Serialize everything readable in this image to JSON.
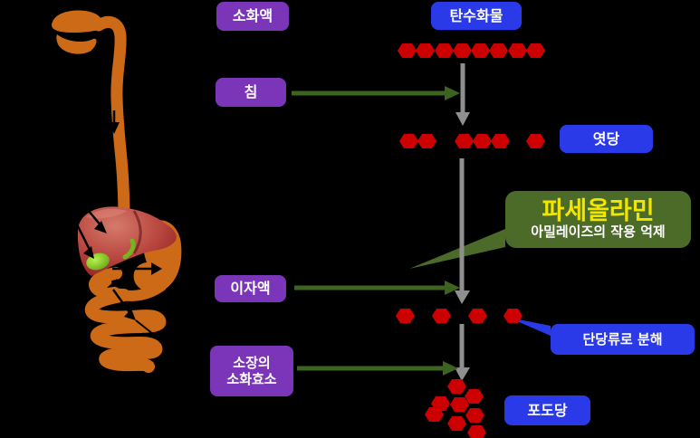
{
  "labels": {
    "digestive_juice": "소화액",
    "carbohydrate": "탄수화물",
    "saliva": "침",
    "maltose": "엿당",
    "pancreatic_juice": "이자액",
    "monosaccharide_note": "단당류로 분해",
    "intestine_enzymes_line1": "소장의",
    "intestine_enzymes_line2": "소화효소",
    "glucose": "포도당"
  },
  "callout": {
    "title": "파세올라민",
    "subtitle": "아밀레이즈의 작용 억제"
  },
  "molecules": {
    "unit_shape": "red-hexagon",
    "carbohydrate_chain_units": 8,
    "maltose_groups": [
      2,
      3,
      1
    ],
    "monosaccharide_units": 4,
    "glucose_cluster_units": 8
  },
  "colors": {
    "background": "#000000",
    "enzyme_box": "#7b35b8",
    "substance_box": "#2b3ae8",
    "callout_box": "#4c6b28",
    "callout_title_text": "#f2e600",
    "molecule_red": "#cc0000",
    "enzyme_arrow_green": "#3d6320",
    "flow_arrow_gray": "#8f8f8f",
    "organ_orange": "#cd6a17",
    "liver_red": "#b8453e",
    "gallbladder_green": "#8fd62a"
  }
}
